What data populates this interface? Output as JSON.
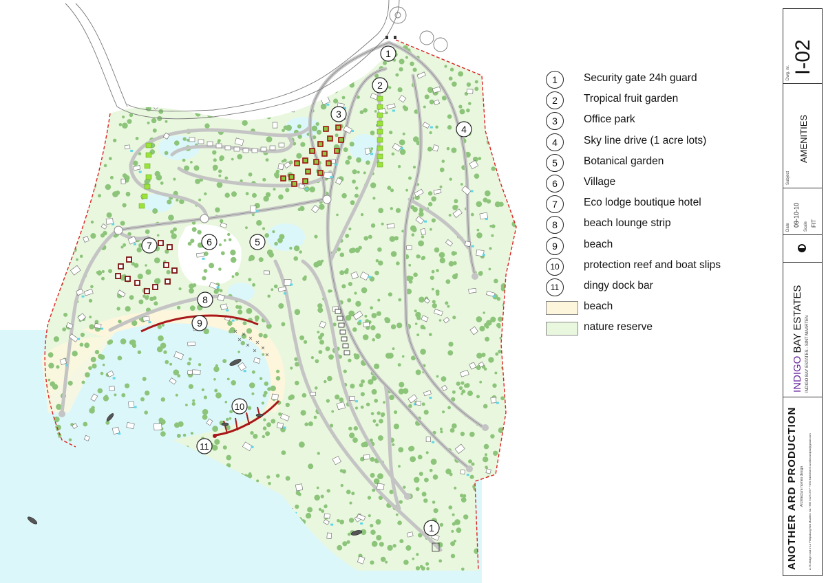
{
  "legend": {
    "items": [
      {
        "num": "1",
        "label": "Security gate 24h guard"
      },
      {
        "num": "2",
        "label": "Tropical fruit garden"
      },
      {
        "num": "3",
        "label": "Office park"
      },
      {
        "num": "4",
        "label": "Sky line drive (1 acre lots)"
      },
      {
        "num": "5",
        "label": "Botanical garden"
      },
      {
        "num": "6",
        "label": "Village"
      },
      {
        "num": "7",
        "label": "Eco lodge boutique hotel"
      },
      {
        "num": "8",
        "label": "beach lounge strip"
      },
      {
        "num": "9",
        "label": "beach"
      },
      {
        "num": "10",
        "label": "protection reef and boat slips"
      },
      {
        "num": "11",
        "label": "dingy dock bar"
      }
    ],
    "swatches": [
      {
        "label": "beach",
        "color": "#fdf6dc"
      },
      {
        "label": "nature reserve",
        "color": "#e9f7de"
      }
    ]
  },
  "map_markers": [
    "1",
    "2",
    "3",
    "4",
    "5",
    "6",
    "7",
    "8",
    "9",
    "10",
    "11",
    "1"
  ],
  "title_block": {
    "dwg_label": "Dwg. nr.",
    "dwg_number": "I-02",
    "subject_label": "Subject",
    "subject": "AMENITIES",
    "date_label": "Date",
    "date": "09-10-10",
    "scale_label": "Scale",
    "scale": "FIT",
    "project_brand": "INDIGO",
    "project_name": "BAY ESTATES",
    "project_sub": "INDIGO BAY ESTATES - SINT MAARTEN",
    "firm_name": "ANOTHER ARD PRODUCTION",
    "firm_tag": "Architecture homes design",
    "firm_contact": "A.Th.Illidge road # 14 Philipsburg Sint Maarten NA +599 5227179 F +599 5430918 E:anotherardprd@gmail.com"
  },
  "colors": {
    "land": "#e9f7de",
    "water": "#dcf7fa",
    "beach": "#fdf6dc",
    "road": "#c9c9c9",
    "tree": "#8cc47a",
    "boundary": "#dd2222",
    "reef": "#a81818",
    "brand": "#6a2aa0"
  }
}
